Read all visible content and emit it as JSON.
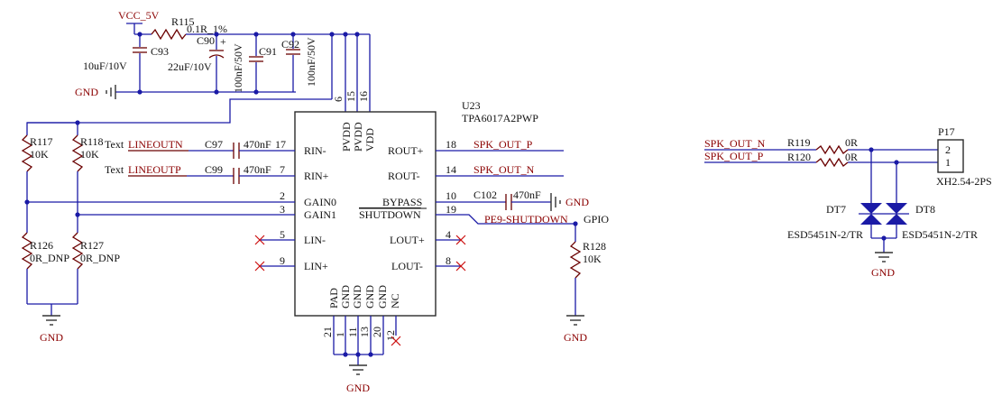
{
  "power": {
    "vcc": "VCC_5V",
    "gnd": "GND"
  },
  "input_caps": {
    "c93": {
      "ref": "C93",
      "value": "10uF/10V"
    },
    "c90": {
      "ref": "C90",
      "value": "22uF/10V",
      "polarity": "+"
    },
    "c91": {
      "ref": "C91",
      "value": "100nF/50V"
    },
    "c92": {
      "ref": "C92",
      "value": "100nF/50V"
    },
    "r115": {
      "ref": "R115",
      "value": "0.1R_1%"
    }
  },
  "ic": {
    "ref": "U23",
    "part": "TPA6017A2PWP",
    "top_pins": [
      {
        "num": "6",
        "name": "PVDD"
      },
      {
        "num": "15",
        "name": "PVDD"
      },
      {
        "num": "16",
        "name": "VDD"
      }
    ],
    "left_pins": [
      {
        "num": "17",
        "name": "RIN-"
      },
      {
        "num": "7",
        "name": "RIN+"
      },
      {
        "num": "2",
        "name": "GAIN0"
      },
      {
        "num": "3",
        "name": "GAIN1"
      },
      {
        "num": "5",
        "name": "LIN-"
      },
      {
        "num": "9",
        "name": "LIN+"
      }
    ],
    "right_pins": [
      {
        "num": "18",
        "name": "ROUT+"
      },
      {
        "num": "14",
        "name": "ROUT-"
      },
      {
        "num": "10",
        "name": "BYPASS"
      },
      {
        "num": "19",
        "name": "SHUTDOWN"
      },
      {
        "num": "4",
        "name": "LOUT+"
      },
      {
        "num": "8",
        "name": "LOUT-"
      }
    ],
    "bottom_pins": [
      {
        "num": "21",
        "name": "PAD"
      },
      {
        "num": "1",
        "name": "GND"
      },
      {
        "num": "11",
        "name": "GND"
      },
      {
        "num": "13",
        "name": "GND"
      },
      {
        "num": "20",
        "name": "GND"
      },
      {
        "num": "12",
        "name": "NC"
      }
    ]
  },
  "inputs": {
    "text1": "Text",
    "text2": "Text",
    "lineoutn": "LINEOUTN",
    "lineoutp": "LINEOUTP",
    "c97": {
      "ref": "C97",
      "value": "470nF"
    },
    "c99": {
      "ref": "C99",
      "value": "470nF"
    }
  },
  "gain_resistors": {
    "r117": {
      "ref": "R117",
      "value": "10K"
    },
    "r118": {
      "ref": "R118",
      "value": "10K"
    },
    "r126": {
      "ref": "R126",
      "value": "0R_DNP"
    },
    "r127": {
      "ref": "R127",
      "value": "0R_DNP"
    }
  },
  "outputs": {
    "spk_out_p": "SPK_OUT_P",
    "spk_out_n": "SPK_OUT_N",
    "c102": {
      "ref": "C102",
      "value": "470nF"
    },
    "pe9": "PE9-SHUTDOWN",
    "gpio": "GPIO",
    "r128": {
      "ref": "R128",
      "value": "10K"
    }
  },
  "connector": {
    "p17": "P17",
    "pin2": "2",
    "pin1": "1",
    "part": "XH2.54-2PS",
    "spk_n": "SPK_OUT_N",
    "spk_p": "SPK_OUT_P",
    "r119": {
      "ref": "R119",
      "value": "0R"
    },
    "r120": {
      "ref": "R120",
      "value": "0R"
    },
    "dt7": {
      "ref": "DT7",
      "part": "ESD5451N-2/TR"
    },
    "dt8": {
      "ref": "DT8",
      "part": "ESD5451N-2/TR"
    }
  },
  "colors": {
    "wire": "#1a1aa6",
    "component": "#6a0000",
    "net_label": "#8b0000",
    "no_connect": "#cc1111"
  }
}
